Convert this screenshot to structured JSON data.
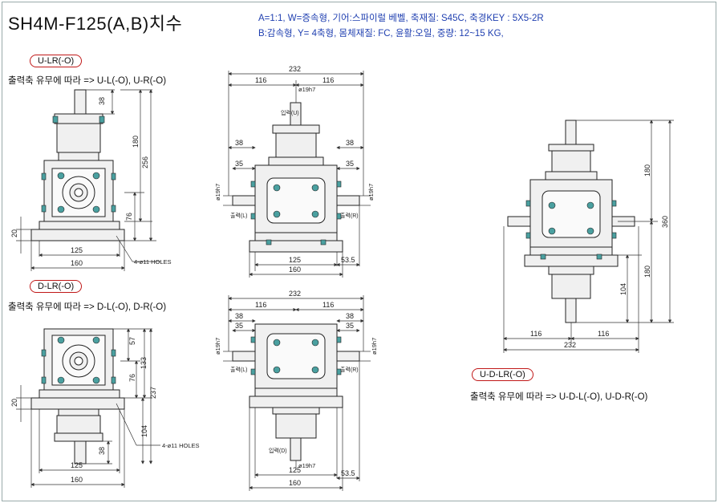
{
  "title": "SH4M-F125(A,B)치수",
  "spec": {
    "line1": "A=1:1,     W=증속형,     기어:스파이럴 베벨, 축재질: S45C, 축경KEY : 5X5-2R",
    "line2": "B:감속형, Y= 4축형,      몸체재질: FC,        윤활:오일,        중량: 12~15 KG,"
  },
  "views": {
    "ulr": {
      "tag": "U-LR(-O)",
      "note": "출력축 유무에 따라 => U-L(-O), U-R(-O)"
    },
    "dlr": {
      "tag": "D-LR(-O)",
      "note": "출력축 유무에 따라 => D-L(-O), D-R(-O)"
    },
    "udlr": {
      "tag": "U-D-LR(-O)",
      "note": "출력축 유무에 따라 => U-D-L(-O), U-D-R(-O)"
    }
  },
  "dims": {
    "d232": "232",
    "d116": "116",
    "d38": "38",
    "d35": "35",
    "d125": "125",
    "d160": "160",
    "d53_5": "53.5",
    "d180": "180",
    "d256": "256",
    "d76": "76",
    "d20": "20",
    "d57": "57",
    "d133": "133",
    "d237": "237",
    "d104": "104",
    "d360": "360",
    "shaft": "ø19h7",
    "holes": "4-ø11 HOLES"
  },
  "labels": {
    "input_u": "입력(U)",
    "input_d": "입력(D)",
    "out_l": "출력(L)",
    "out_r": "출력(R)"
  },
  "colors": {
    "body_fill": "#f0f0f0",
    "outline": "#222222",
    "bolt": "#4aa0a0",
    "dim": "#333333",
    "accent": "#1f3fb0",
    "tag_border": "#c01818"
  }
}
